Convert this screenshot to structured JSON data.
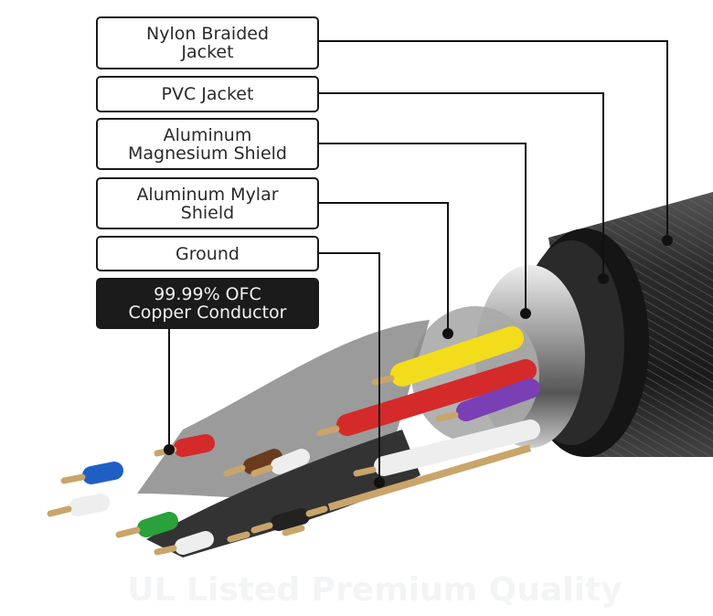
{
  "labels": [
    {
      "line1": "Nylon Braided",
      "line2": "Jacket"
    },
    {
      "line1": "PVC Jacket"
    },
    {
      "line1": "Aluminum",
      "line2": "Magnesium Shield"
    },
    {
      "line1": "Aluminum Mylar",
      "line2": "Shield"
    },
    {
      "line1": "Ground"
    },
    {
      "line1": "99.99% OFC",
      "line2": "Copper Conductor"
    }
  ],
  "watermark": "UL Listed Premium Quality",
  "colors": {
    "yellow": "#f2dc1c",
    "red": "#d42a2a",
    "purple": "#7a3fb5",
    "blue": "#1f5fc4",
    "green": "#2aa13a",
    "brown": "#6b3b1e",
    "copper": "#c9a56a",
    "braid": "#2a2a2a"
  }
}
